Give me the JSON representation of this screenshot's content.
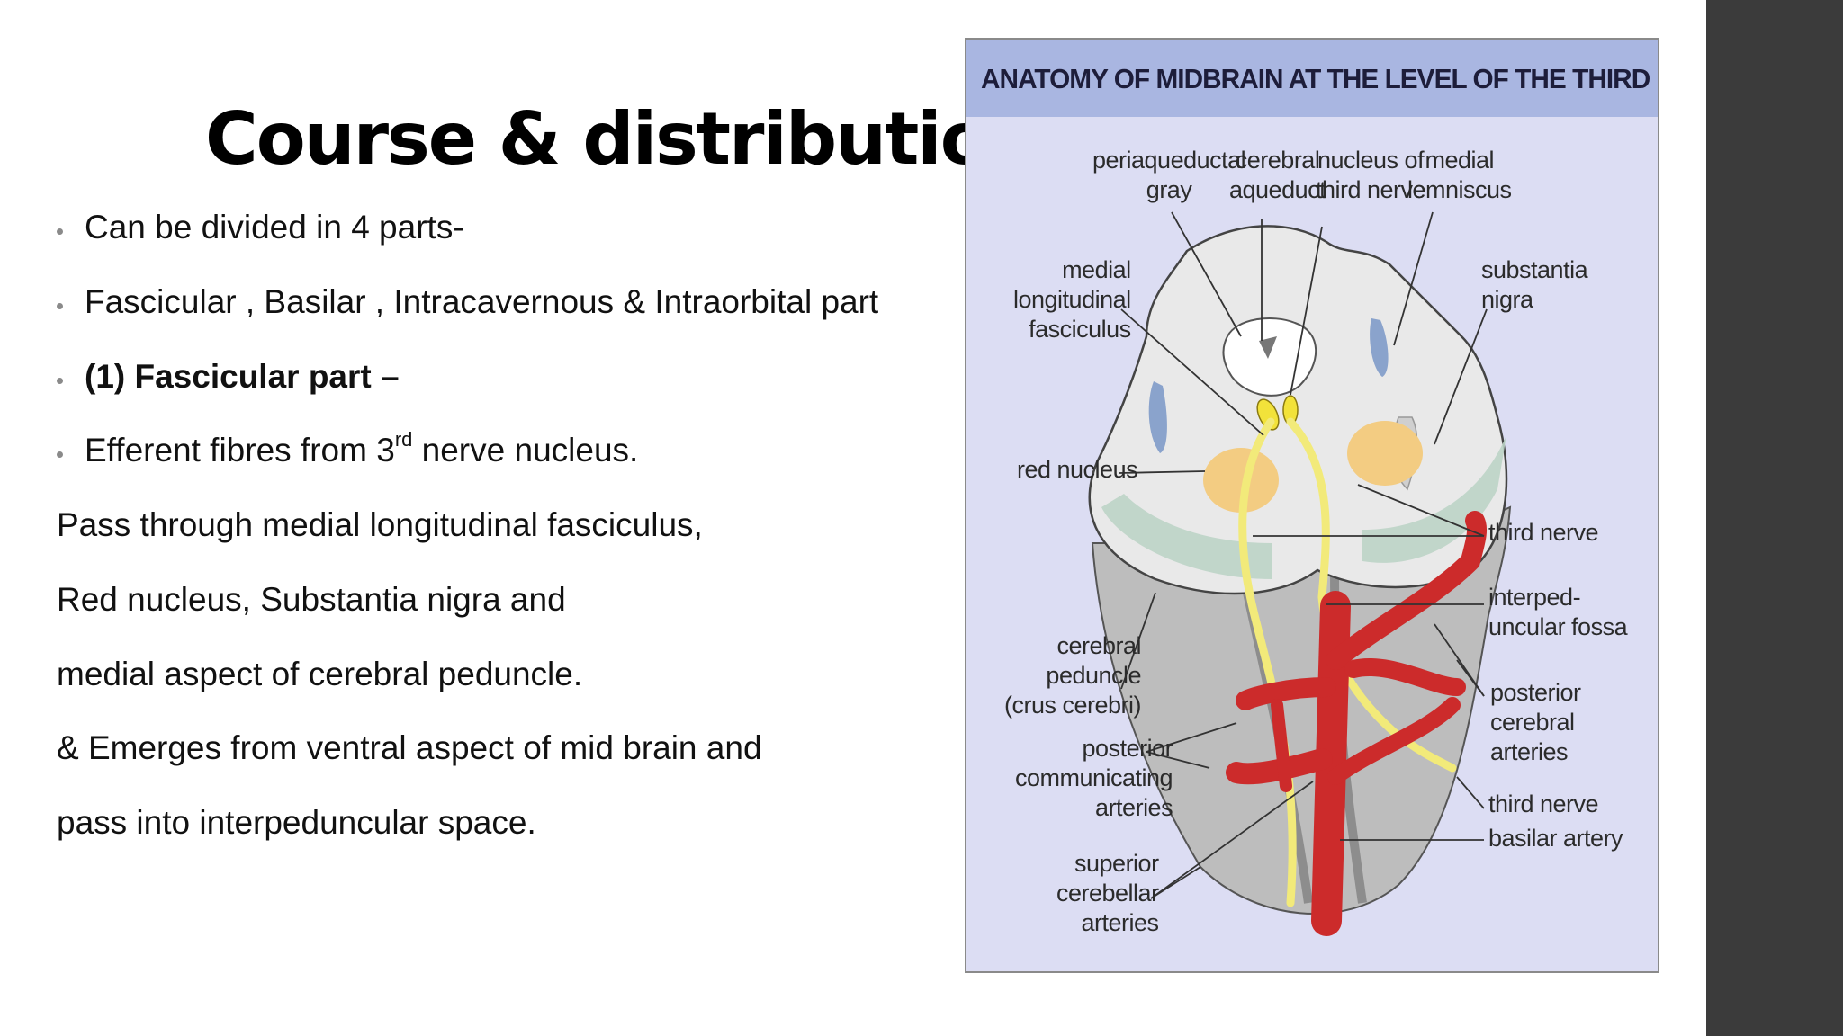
{
  "slide": {
    "title": "Course & distribution",
    "bullets": [
      "Can be divided in 4 parts-",
      "Fascicular , Basilar , Intracavernous & Intraorbital part",
      "(1) Fascicular part –"
    ],
    "efferent": {
      "before": "Efferent fibres from 3",
      "sup": "rd",
      "after": " nerve nucleus."
    },
    "lines": [
      " Pass through medial longitudinal fasciculus,",
      "Red nucleus,  Substantia nigra and",
      "medial aspect of cerebral peduncle.",
      "&  Emerges from ventral aspect of mid brain and",
      "pass into interpeduncular space."
    ]
  },
  "figure": {
    "title": "ANATOMY OF MIDBRAIN AT THE LEVEL OF THE THIRD NERVE NUCLEUS",
    "labels": {
      "periaqueductal": "periaqueductal\ngray",
      "aqueduct": "cerebral\naqueduct",
      "nucleus": "nucleus of\nthird nerve",
      "lemniscus": "medial\nlemniscus",
      "mlf": "medial\nlongitudinal\nfasciculus",
      "substantia": "substantia\nnigra",
      "red_nucleus": "red nucleus",
      "third_nerve_top": "third nerve",
      "interpeduncular": "interped-\nuncular fossa",
      "peduncle": "cerebral\npeduncle\n(crus cerebri)",
      "pca": "posterior\ncerebral\narteries",
      "pcomm": "posterior\ncommunicating\narteries",
      "third_nerve_bottom": "third nerve",
      "basilar": "basilar artery",
      "sca": "superior\ncerebellar\narteries"
    },
    "colors": {
      "background": "#dcddf3",
      "header": "#a9b6e1",
      "artery": "#cc2b2b",
      "nerve": "#f2ea7a",
      "red_nucleus": "#f3cc82",
      "brainstem": "#c9c9c9"
    }
  }
}
